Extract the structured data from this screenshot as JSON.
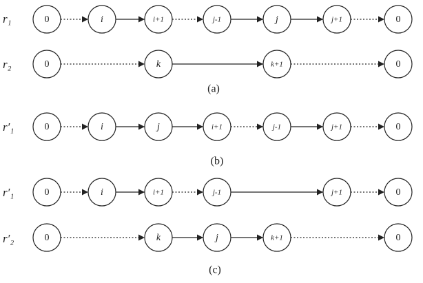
{
  "labels": {
    "r1": "r₁",
    "r2": "r₂",
    "rp1_b": "r′₁",
    "rp1_c": "r′₁",
    "rp2_c": "r′₂"
  },
  "captions": {
    "a": "(a)",
    "b": "(b)",
    "c": "(c)"
  },
  "rows": [
    {
      "id": "r1",
      "nodes": [
        "0",
        "i",
        "i+1",
        "j-1",
        "j",
        "j+1",
        "0"
      ],
      "edges": [
        "dotted",
        "solid",
        "dotted",
        "solid",
        "solid",
        "dotted"
      ]
    },
    {
      "id": "r2",
      "nodes": [
        "0",
        "k",
        "k+1",
        "0"
      ],
      "edges": [
        "dotted",
        "solid",
        "dotted"
      ]
    },
    {
      "id": "rp1_b",
      "nodes": [
        "0",
        "i",
        "j",
        "i+1",
        "j-1",
        "j+1",
        "0"
      ],
      "edges": [
        "dotted",
        "solid",
        "solid",
        "dotted",
        "solid",
        "dotted"
      ]
    },
    {
      "id": "rp1_c",
      "nodes": [
        "0",
        "i",
        "i+1",
        "j-1",
        "j+1",
        "0"
      ],
      "edges": [
        "dotted",
        "solid",
        "dotted",
        "solid",
        "dotted"
      ]
    },
    {
      "id": "rp2_c",
      "nodes": [
        "0",
        "k",
        "j",
        "k+1",
        "0"
      ],
      "edges": [
        "dotted",
        "solid",
        "solid",
        "dotted"
      ]
    }
  ]
}
